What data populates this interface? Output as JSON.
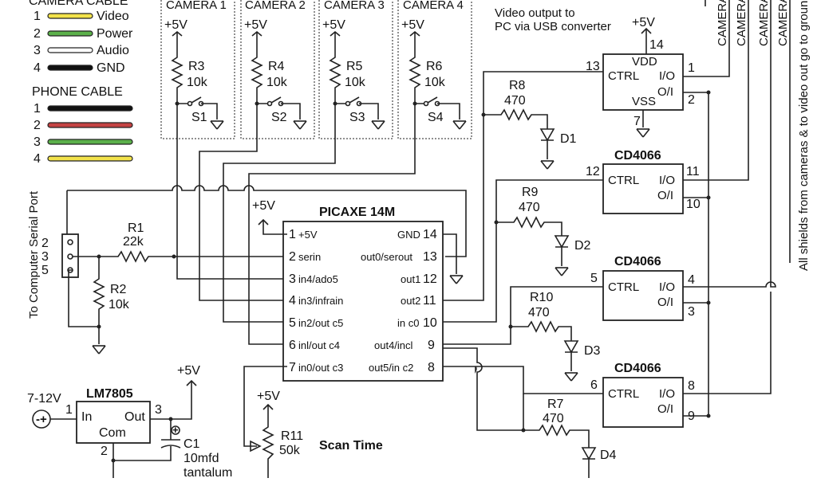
{
  "camera_cable": {
    "title": "CAMERA CABLE",
    "rows": [
      {
        "num": "1",
        "label": "Video",
        "color": "#f2e24a"
      },
      {
        "num": "2",
        "label": "Power",
        "color": "#5bb04a"
      },
      {
        "num": "3",
        "label": "Audio",
        "color": "#ffffff"
      },
      {
        "num": "4",
        "label": "GND",
        "color": "#111111"
      }
    ]
  },
  "phone_cable": {
    "title": "PHONE CABLE",
    "rows": [
      {
        "num": "1",
        "color": "#111111"
      },
      {
        "num": "2",
        "color": "#c44343"
      },
      {
        "num": "3",
        "color": "#5bb04a"
      },
      {
        "num": "4",
        "color": "#f2e24a"
      }
    ]
  },
  "cameras": [
    {
      "title": "CAMERA 1",
      "vcc": "+5V",
      "resistor": "R3",
      "value": "10k",
      "switch": "S1"
    },
    {
      "title": "CAMERA 2",
      "vcc": "+5V",
      "resistor": "R4",
      "value": "10k",
      "switch": "S2"
    },
    {
      "title": "CAMERA 3",
      "vcc": "+5V",
      "resistor": "R5",
      "value": "10k",
      "switch": "S3"
    },
    {
      "title": "CAMERA 4",
      "vcc": "+5V",
      "resistor": "R6",
      "value": "10k",
      "switch": "S4"
    }
  ],
  "video_output_note": [
    "Video output to",
    "PC via USB converter"
  ],
  "camera_bus_labels": [
    "CAMERA",
    "CAMERA",
    "CAMERA",
    "CAMERA"
  ],
  "shield_note": "All shields from cameras & to video out go to groun",
  "serial_port": {
    "label": "To Computer Serial Port",
    "pins": [
      "2",
      "3",
      "5"
    ],
    "r1": "R1",
    "r1_value": "22k",
    "r2": "R2",
    "r2_value": "10k"
  },
  "picaxe": {
    "title": "PICAXE 14M",
    "vcc": "+5V",
    "left_pins": [
      {
        "num": "1",
        "name": "+5V"
      },
      {
        "num": "2",
        "name": "serin"
      },
      {
        "num": "3",
        "name": "in4/ado5"
      },
      {
        "num": "4",
        "name": "in3/infrain"
      },
      {
        "num": "5",
        "name": "in2/out c5"
      },
      {
        "num": "6",
        "name": "inl/out c4"
      },
      {
        "num": "7",
        "name": "in0/out c3"
      }
    ],
    "right_pins": [
      {
        "num": "14",
        "name": "GND"
      },
      {
        "num": "13",
        "name": "out0/serout"
      },
      {
        "num": "12",
        "name": "out1"
      },
      {
        "num": "11",
        "name": "out2"
      },
      {
        "num": "10",
        "name": "in c0"
      },
      {
        "num": "9",
        "name": "out4/incl"
      },
      {
        "num": "8",
        "name": "out5/in c2"
      }
    ]
  },
  "switches": [
    {
      "ctrl_pin": "13",
      "io_a": "1",
      "io_b": "2",
      "title": "",
      "vdd_label": "VDD",
      "vdd_pin": "14",
      "vss_label": "VSS",
      "vss_pin": "7",
      "vcc": "+5V"
    },
    {
      "ctrl_pin": "12",
      "io_a": "11",
      "io_b": "10",
      "title": "CD4066"
    },
    {
      "ctrl_pin": "5",
      "io_a": "4",
      "io_b": "3",
      "title": "CD4066"
    },
    {
      "ctrl_pin": "6",
      "io_a": "8",
      "io_b": "9",
      "title": "CD4066"
    }
  ],
  "switch_pin_labels": {
    "ctrl": "CTRL",
    "io": "I/O",
    "oi": "O/I"
  },
  "leds": [
    {
      "resistor": "R8",
      "value": "470",
      "diode": "D1"
    },
    {
      "resistor": "R9",
      "value": "470",
      "diode": "D2"
    },
    {
      "resistor": "R10",
      "value": "470",
      "diode": "D3"
    },
    {
      "resistor": "R7",
      "value": "470",
      "diode": "D4"
    }
  ],
  "regulator": {
    "title": "LM7805",
    "input": "7-12V",
    "pin_in": "1",
    "pin_out": "3",
    "pin_com": "2",
    "in_label": "In",
    "out_label": "Out",
    "com_label": "Com",
    "vcc": "+5V"
  },
  "capacitor": {
    "name": "C1",
    "value": "10mfd",
    "type": "tantalum"
  },
  "pot": {
    "name": "R11",
    "value": "50k",
    "vcc": "+5V",
    "caption": "Scan Time"
  }
}
